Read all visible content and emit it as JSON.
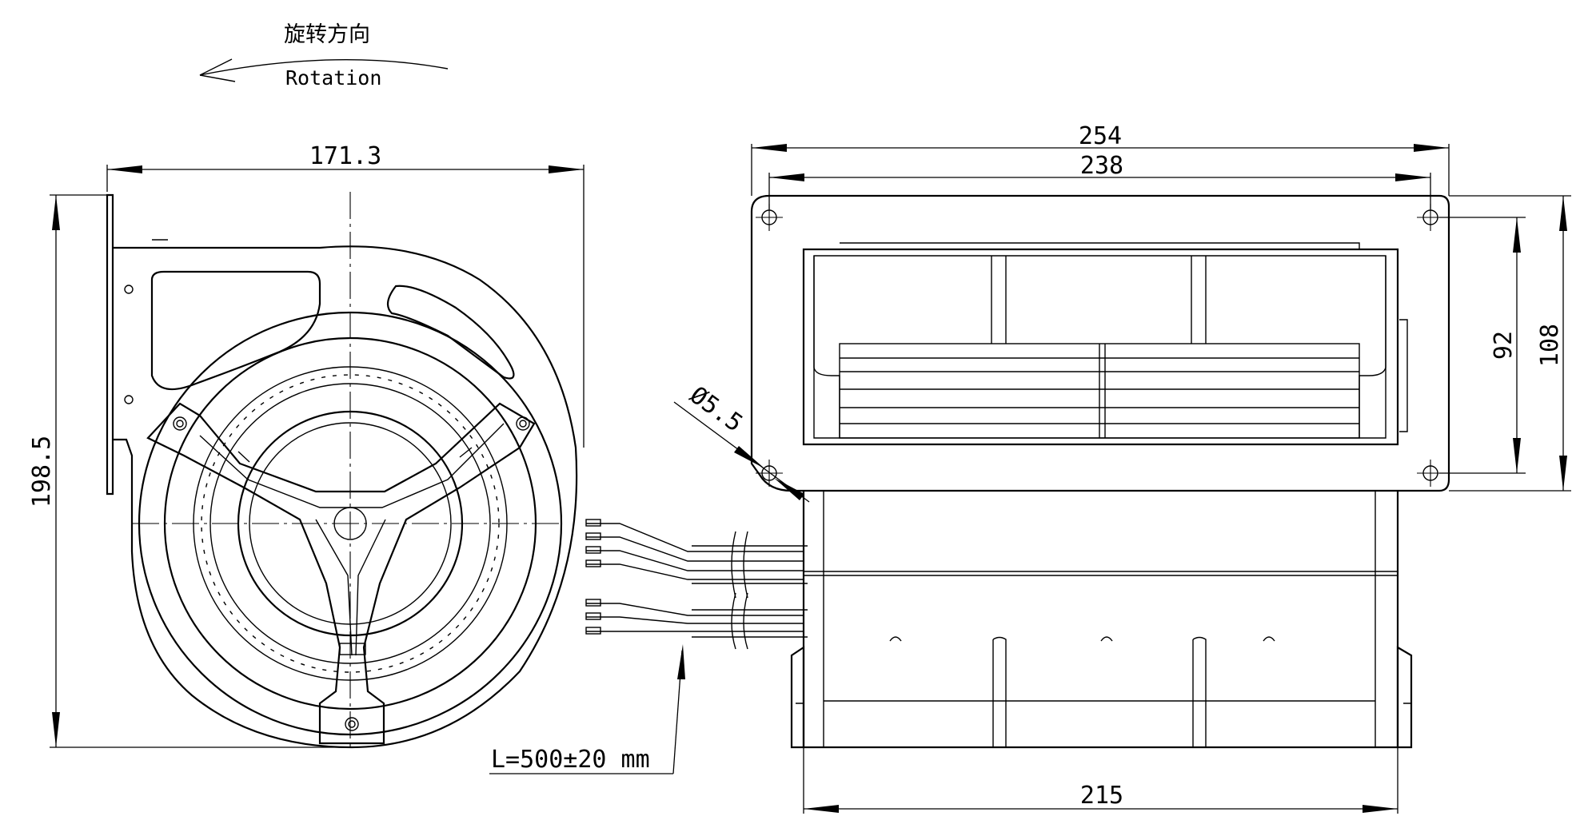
{
  "rotation": {
    "label_cn": "旋转方向",
    "label_en": "Rotation"
  },
  "dimensions": {
    "front_width": "171.3",
    "front_height": "198.5",
    "flange_outer_width": "254",
    "flange_hole_spacing": "238",
    "flange_hole_vertical": "92",
    "flange_outer_height": "108",
    "hole_diameter": "Ø5.5",
    "housing_width": "215",
    "cable_length": "L=500±20 mm"
  }
}
